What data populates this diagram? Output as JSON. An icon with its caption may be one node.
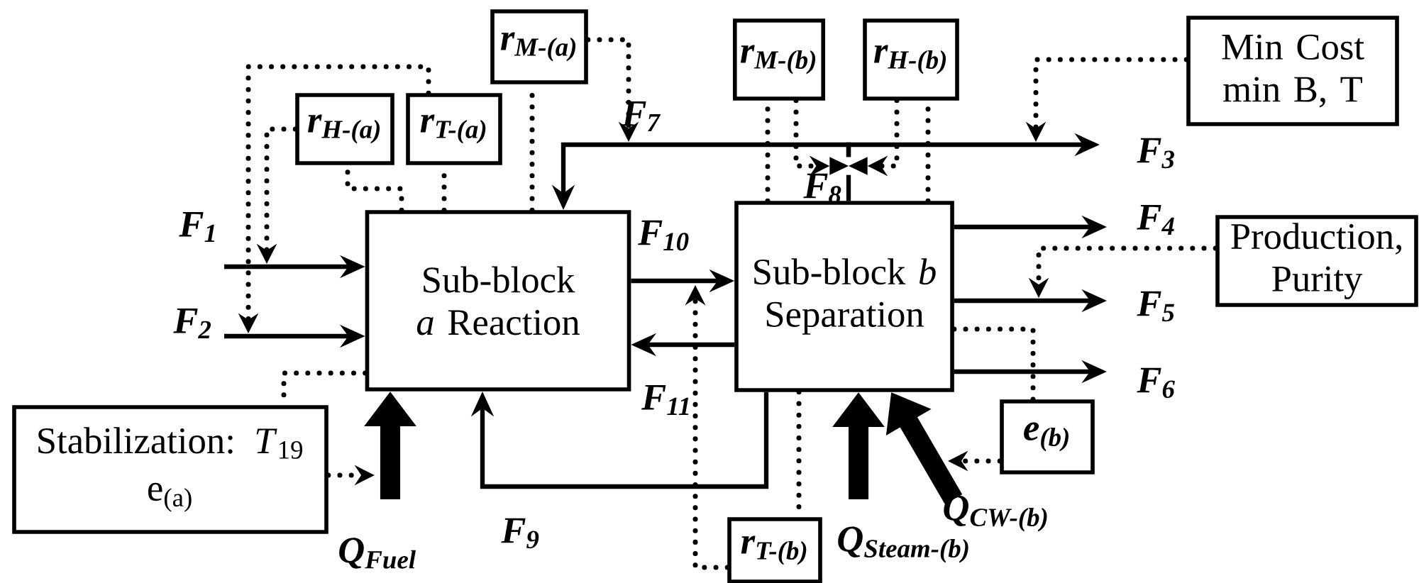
{
  "diagram": {
    "nodes": [
      {
        "text": [
          "Sub-block *a* Reaction"
        ]
      },
      {
        "text": [
          "Sub-block *b* Separation"
        ]
      },
      {
        "text": [
          "r$_{M-(a)}$"
        ]
      },
      {
        "text": [
          "r$_{H-(a)}$"
        ]
      },
      {
        "text": [
          "r$_{T-(a)}$"
        ]
      },
      {
        "text": [
          "r$_{M-(b)}$"
        ]
      },
      {
        "text": [
          "r$_{H-(b)}$"
        ]
      },
      {
        "text": [
          "Min Cost min B, T"
        ]
      },
      {
        "text": [
          "Production, Purity"
        ]
      },
      {
        "text": [
          "Stabilization: *T*$_{19}$",
          "e$_{(a)}$"
        ]
      },
      {
        "text": [
          "e$_{(b)}$"
        ]
      },
      {
        "text": [
          "r$_{T-(b)}$"
        ]
      },
      {
        "text": [],
        "shape": "valve"
      }
    ],
    "edges": [
      {
        "from": null,
        "to": 0,
        "arrow": "to",
        "label": "F$_{1}$"
      },
      {
        "from": null,
        "to": 0,
        "arrow": "to",
        "label": "F$_{2}$"
      },
      {
        "from": 0,
        "to": 1,
        "arrow": "to",
        "label": "F$_{10}$"
      },
      {
        "from": 1,
        "to": 0,
        "arrow": "to",
        "label": "F$_{11}$"
      },
      {
        "from": 1,
        "to": 0,
        "arrow": "to",
        "label": "F$_{9}$"
      },
      {
        "from": 1,
        "to": 12,
        "arrow": "none",
        "label": "F$_{8}$"
      },
      {
        "from": 12,
        "to": 0,
        "arrow": "to",
        "label": "F$_{7}$"
      },
      {
        "from": 12,
        "to": null,
        "arrow": "to",
        "label": "F$_{3}$"
      },
      {
        "from": 1,
        "to": null,
        "arrow": "to",
        "label": "F$_{4}$"
      },
      {
        "from": 1,
        "to": null,
        "arrow": "to",
        "label": "F$_{5}$"
      },
      {
        "from": 1,
        "to": null,
        "arrow": "to",
        "label": "F$_{6}$"
      },
      {
        "from": null,
        "to": 0,
        "arrow": "to",
        "label": "Q$_{Fuel}$",
        "style": "thick"
      },
      {
        "from": null,
        "to": 1,
        "arrow": "to",
        "label": "Q$_{Steam-(b)}$",
        "style": "thick"
      },
      {
        "from": null,
        "to": 1,
        "arrow": "to",
        "label": "Q$_{CW-(b)}$",
        "style": "thick"
      },
      {
        "from": 0,
        "to": 3,
        "arrow": "none",
        "style": "dashed"
      },
      {
        "from": 3,
        "to": null,
        "arrow": "to",
        "style": "dashed"
      },
      {
        "from": 0,
        "to": 4,
        "arrow": "none",
        "style": "dashed"
      },
      {
        "from": 4,
        "to": null,
        "arrow": "to",
        "style": "dashed"
      },
      {
        "from": 0,
        "to": 2,
        "arrow": "none",
        "style": "dashed"
      },
      {
        "from": 2,
        "to": null,
        "arrow": "to",
        "style": "dashed"
      },
      {
        "from": 1,
        "to": 5,
        "arrow": "none",
        "style": "dashed"
      },
      {
        "from": 5,
        "to": 12,
        "arrow": "to",
        "style": "dashed"
      },
      {
        "from": 1,
        "to": 6,
        "arrow": "none",
        "style": "dashed"
      },
      {
        "from": 6,
        "to": 12,
        "arrow": "to",
        "style": "dashed"
      },
      {
        "from": 7,
        "to": null,
        "arrow": "to",
        "style": "dashed"
      },
      {
        "from": 8,
        "to": null,
        "arrow": "to",
        "style": "dashed"
      },
      {
        "from": 1,
        "to": 10,
        "arrow": "none",
        "style": "dashed"
      },
      {
        "from": 10,
        "to": null,
        "arrow": "to",
        "style": "dashed"
      },
      {
        "from": 1,
        "to": 11,
        "arrow": "none",
        "style": "dashed"
      },
      {
        "from": 11,
        "to": null,
        "arrow": "to",
        "style": "dashed"
      },
      {
        "from": 0,
        "to": 9,
        "arrow": "none",
        "style": "dashed"
      },
      {
        "from": 9,
        "to": null,
        "arrow": "to",
        "style": "dashed"
      }
    ]
  }
}
